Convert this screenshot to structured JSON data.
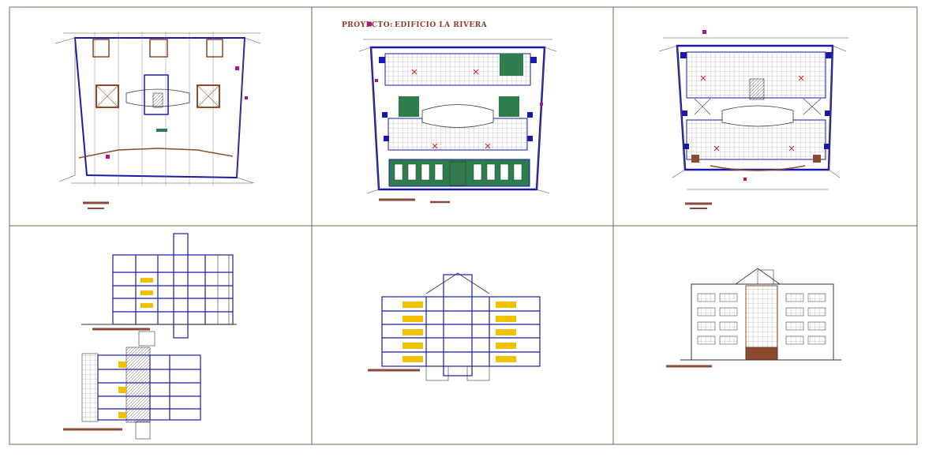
{
  "sheet": {
    "project_label": "PROYECTO:",
    "project_name": "EDIFICIO LA RIVERA"
  },
  "colors": {
    "frame": "#6b6b4a",
    "wall": "#1a1aa8",
    "line": "#2a2a2a",
    "brown": "#8b4a2a",
    "green": "#2e7d4f",
    "yellow": "#f2c200",
    "magenta": "#b0128c",
    "red": "#cc2222",
    "title_bar": "#8b4a3a"
  },
  "panels": [
    {
      "id": "basement-plan",
      "kind": "floor-plan"
    },
    {
      "id": "ground-floor-plan",
      "kind": "floor-plan"
    },
    {
      "id": "typical-floor-plan",
      "kind": "floor-plan"
    },
    {
      "id": "sections",
      "kind": "section"
    },
    {
      "id": "cross-section",
      "kind": "section"
    },
    {
      "id": "front-elevation",
      "kind": "elevation"
    }
  ]
}
